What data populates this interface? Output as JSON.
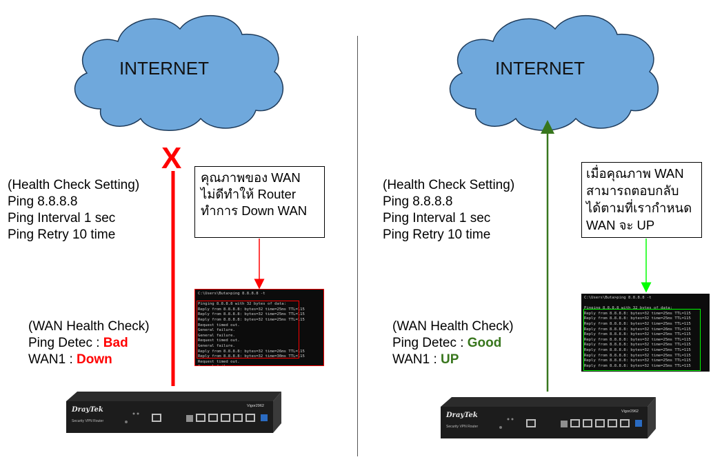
{
  "colors": {
    "bad": "#ff0000",
    "good": "#38761d",
    "good_arrow": "#00ff00",
    "cloud_fill": "#6fa8dc",
    "cloud_stroke": "#1f3b5a"
  },
  "left": {
    "cloud_label": "INTERNET",
    "fail_mark": "X",
    "health_setting": {
      "title": "(Health Check Setting)",
      "ping": "Ping 8.8.8.8",
      "interval": "Ping Interval 1 sec",
      "retry": "Ping Retry 10 time"
    },
    "callout": {
      "line1": "คุณภาพของ WAN",
      "line2": "ไม่ดีทำให้ Router",
      "line3": "ทำการ Down WAN"
    },
    "wan_check": {
      "title": "(WAN Health Check)",
      "ping_label": "Ping Detec : ",
      "ping_value": "Bad",
      "wan_label": "WAN1 : ",
      "wan_value": "Down"
    },
    "terminal": {
      "lines": [
        "C:\\Users\\Buta>ping 8.8.8.8 -t",
        "",
        "Pinging 8.8.8.8 with 32 bytes of data:",
        "Reply from 8.8.8.8: bytes=32 time=25ms TTL=115",
        "Reply from 8.8.8.8: bytes=32 time=25ms TTL=115",
        "Reply from 8.8.8.8: bytes=32 time=25ms TTL=115",
        "Request timed out.",
        "General failure.",
        "General failure.",
        "Request timed out.",
        "General failure.",
        "Reply from 8.8.8.8: bytes=32 time=26ms TTL=115",
        "Reply from 8.8.8.8: bytes=32 time=30ms TTL=115",
        "Request timed out.",
        "General failure."
      ]
    },
    "router": {
      "brand": "DrayTek",
      "model": "Vigor2962",
      "subtitle": "Security VPN Router"
    }
  },
  "right": {
    "cloud_label": "INTERNET",
    "health_setting": {
      "title": "(Health Check Setting)",
      "ping": "Ping 8.8.8.8",
      "interval": "Ping Interval 1 sec",
      "retry": "Ping Retry 10 time"
    },
    "callout": {
      "line1": "เมื่อคุณภาพ WAN",
      "line2": "สามารถตอบกลับ",
      "line3": "ได้ตามที่เรากำหนด",
      "line4": "WAN จะ UP"
    },
    "wan_check": {
      "title": "(WAN Health Check)",
      "ping_label": "Ping Detec : ",
      "ping_value": "Good",
      "wan_label": "WAN1 : ",
      "wan_value": "UP"
    },
    "terminal": {
      "lines": [
        "C:\\Users\\Buta>ping 8.8.8.8 -t",
        "",
        "Pinging 8.8.8.8 with 32 bytes of data:",
        "Reply from 8.8.8.8: bytes=32 time=25ms TTL=115",
        "Reply from 8.8.8.8: bytes=32 time=25ms TTL=115",
        "Reply from 8.8.8.8: bytes=32 time=25ms TTL=115",
        "Reply from 8.8.8.8: bytes=32 time=26ms TTL=115",
        "Reply from 8.8.8.8: bytes=32 time=25ms TTL=115",
        "Reply from 8.8.8.8: bytes=32 time=25ms TTL=115",
        "Reply from 8.8.8.8: bytes=32 time=25ms TTL=115",
        "Reply from 8.8.8.8: bytes=32 time=25ms TTL=115",
        "Reply from 8.8.8.8: bytes=32 time=25ms TTL=115",
        "Reply from 8.8.8.8: bytes=32 time=25ms TTL=115",
        "Reply from 8.8.8.8: bytes=32 time=25ms TTL=115"
      ]
    },
    "router": {
      "brand": "DrayTek",
      "model": "Vigor2962",
      "subtitle": "Security VPN Router"
    }
  }
}
